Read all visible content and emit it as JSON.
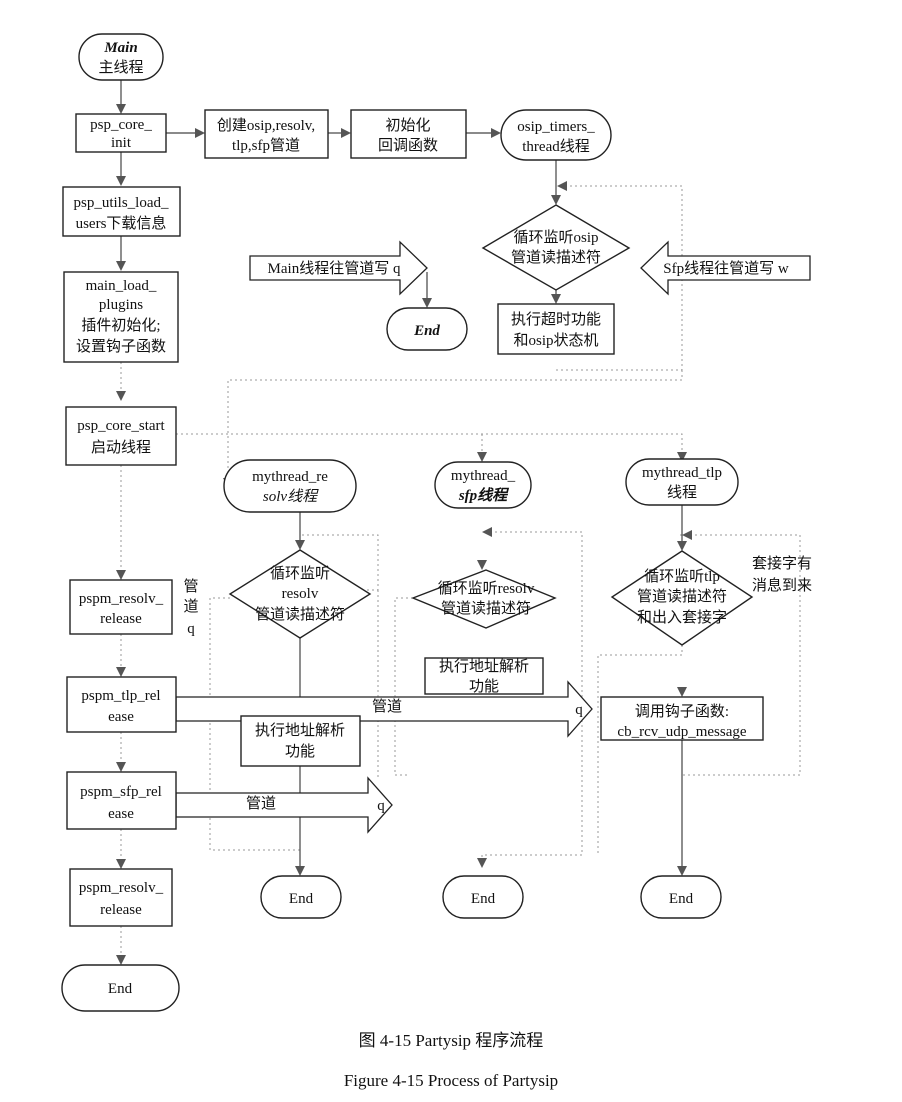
{
  "nodes": {
    "main": [
      "Main",
      "主线程"
    ],
    "psp_core_init": [
      "psp_core_",
      "init"
    ],
    "create_pipes": [
      "创建osip,resolv,",
      "tlp,sfp管道"
    ],
    "init_callbacks": [
      "初始化",
      "回调函数"
    ],
    "osip_timers_thread": [
      "osip_timers_",
      "thread线程"
    ],
    "psp_utils_load_users": [
      "psp_utils_load_",
      "users下载信息"
    ],
    "loop_listen_osip": [
      "循环监听osip",
      "管道读描述符"
    ],
    "main_write_pipe": [
      "Main线程往管道写 q"
    ],
    "sfp_write_pipe": [
      "Sfp线程往管道写 w"
    ],
    "main_load_plugins": [
      "main_load_",
      "plugins",
      "插件初始化;",
      "设置钩子函数"
    ],
    "end_1": [
      "End"
    ],
    "exec_timeout": [
      "执行超时功能",
      "和osip状态机"
    ],
    "psp_core_start": [
      "psp_core_start",
      "启动线程"
    ],
    "mythread_resolv": [
      "mythread_re",
      "solv线程"
    ],
    "mythread_sfp": [
      "mythread_",
      "sfp线程"
    ],
    "mythread_tlp": [
      "mythread_tlp",
      "线程"
    ],
    "pspm_resolv_release_1": [
      "pspm_resolv_",
      "release"
    ],
    "pipe_q_label": [
      "管",
      "道",
      "q"
    ],
    "loop_listen_resolv_1": [
      "循环监听",
      "resolv",
      "管道读描述符"
    ],
    "loop_listen_resolv_2": [
      "循环监听resolv",
      "管道读描述符"
    ],
    "loop_listen_tlp": [
      "循环监听tlp",
      "管道读描述符",
      "和出入套接字"
    ],
    "socket_msg_label": [
      "套接字有",
      "消息到来"
    ],
    "exec_addr_resolve_sfp": [
      "执行地址解析",
      "功能"
    ],
    "pspm_tlp_release": [
      "pspm_tlp_rel",
      "ease"
    ],
    "pipe_tlp": [
      "管道",
      "q"
    ],
    "call_hook": [
      "调用钩子函数:",
      "cb_rcv_udp_message"
    ],
    "exec_addr_resolve_resolv": [
      "执行地址解析",
      "功能"
    ],
    "pspm_sfp_release": [
      "pspm_sfp_rel",
      "ease"
    ],
    "pipe_sfp": [
      "管道",
      "q"
    ],
    "end_resolv": [
      "End"
    ],
    "end_sfp": [
      "End"
    ],
    "end_tlp": [
      "End"
    ],
    "pspm_resolv_release_2": [
      "pspm_resolv_",
      "release"
    ],
    "end_main": [
      "End"
    ]
  },
  "caption": {
    "cn": "图 4-15 Partysip 程序流程",
    "en": "Figure 4-15 Process of Partysip"
  }
}
